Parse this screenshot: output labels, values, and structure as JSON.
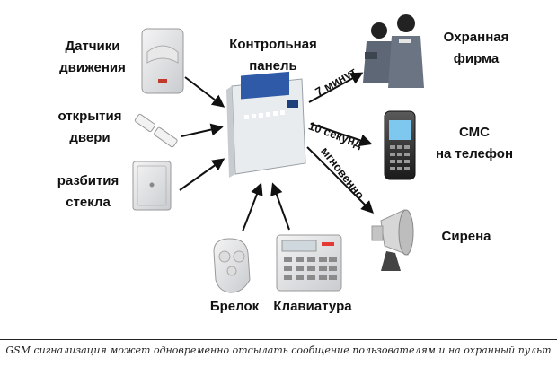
{
  "diagram": {
    "center": {
      "title": "Контрольная\nпанель"
    },
    "inputs": [
      {
        "label": "Датчики\nдвижения"
      },
      {
        "label": "открытия\nдвери"
      },
      {
        "label": "разбития\nстекла"
      },
      {
        "label": "Брелок"
      },
      {
        "label": "Клавиатура"
      }
    ],
    "outputs": [
      {
        "label": "Охранная\nфирма",
        "timing": "7 минут"
      },
      {
        "label": "СМС\nна телефон",
        "timing": "10 секунд"
      },
      {
        "label": "Сирена",
        "timing": "мгновенно"
      }
    ]
  },
  "caption": "GSM сигнализация может одновременно отсылать сообщение пользователям и на охранный пульт"
}
